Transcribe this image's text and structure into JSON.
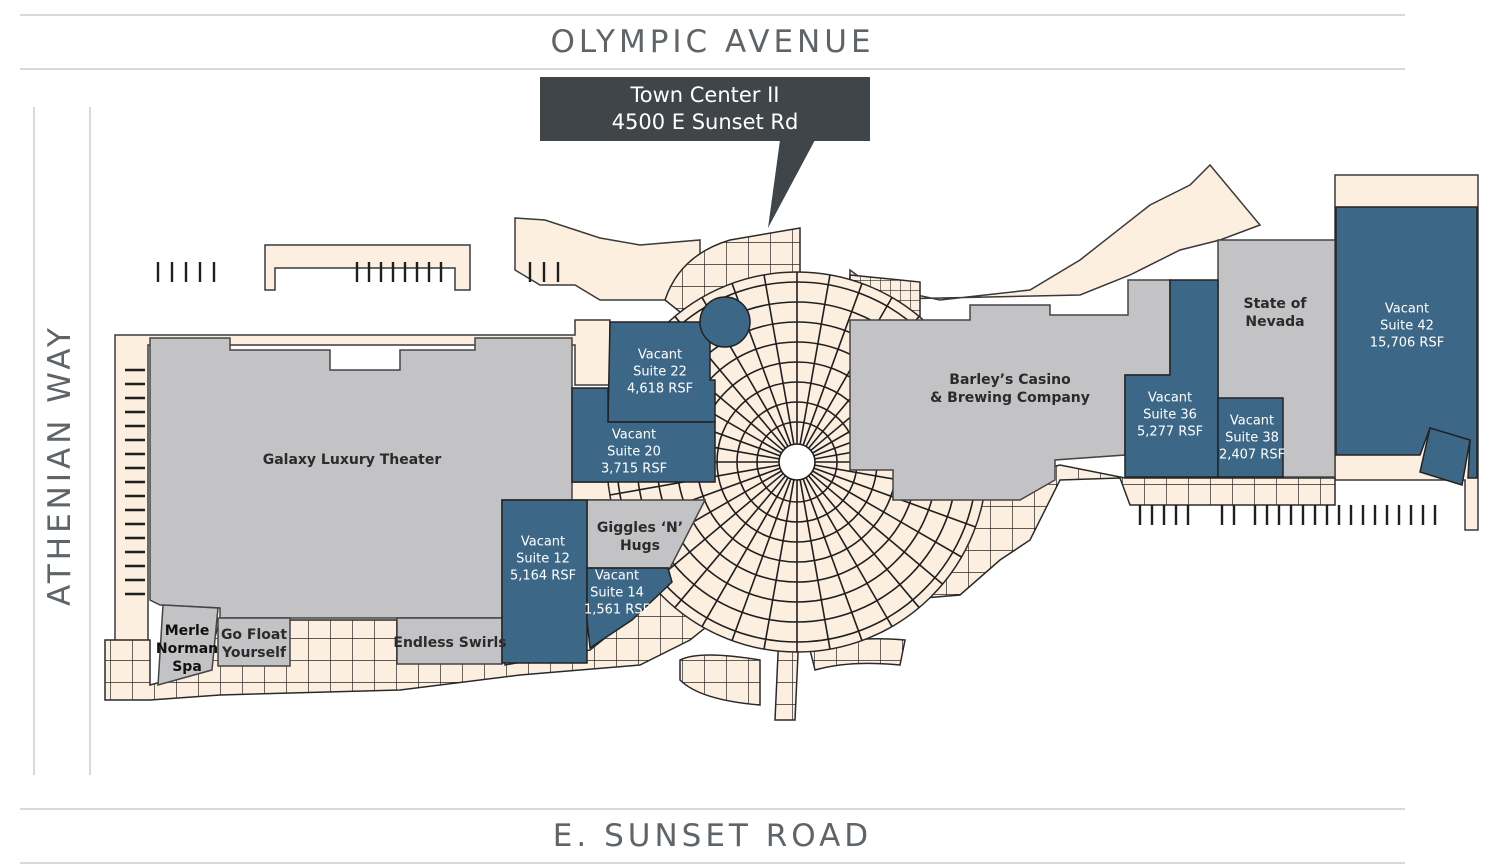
{
  "map": {
    "streets": {
      "north": "OLYMPIC AVENUE",
      "south": "E. SUNSET ROAD",
      "west": "ATHENIAN WAY"
    },
    "callout": {
      "line1": "Town Center II",
      "line2": "4500 E Sunset Rd"
    },
    "colors": {
      "vacant": "#3d6787",
      "occupied": "#c3c3c5",
      "walkway": "#fcefe0",
      "street_text": "#5e6468",
      "callout_bg": "#404549"
    },
    "tenants": [
      {
        "id": "galaxy",
        "lines": [
          "Galaxy Luxury Theater"
        ],
        "vacant": false
      },
      {
        "id": "barleys",
        "lines": [
          "Barley’s Casino",
          "& Brewing Company"
        ],
        "vacant": false
      },
      {
        "id": "nevada",
        "lines": [
          "State of",
          "Nevada"
        ],
        "vacant": false
      },
      {
        "id": "giggles",
        "lines": [
          "Giggles ‘N’",
          "Hugs"
        ],
        "vacant": false
      },
      {
        "id": "merle",
        "lines": [
          "Merle",
          "Norman",
          "Spa"
        ],
        "vacant": false
      },
      {
        "id": "gofloat",
        "lines": [
          "Go Float",
          "Yourself"
        ],
        "vacant": false
      },
      {
        "id": "endless",
        "lines": [
          "Endless Swirls"
        ],
        "vacant": false
      },
      {
        "id": "suite22",
        "lines": [
          "Vacant",
          "Suite 22",
          "4,618 RSF"
        ],
        "vacant": true
      },
      {
        "id": "suite20",
        "lines": [
          "Vacant",
          "Suite 20",
          "3,715 RSF"
        ],
        "vacant": true
      },
      {
        "id": "suite12",
        "lines": [
          "Vacant",
          "Suite 12",
          "5,164 RSF"
        ],
        "vacant": true
      },
      {
        "id": "suite14",
        "lines": [
          "Vacant",
          "Suite 14",
          "1,561 RSF"
        ],
        "vacant": true
      },
      {
        "id": "suite36",
        "lines": [
          "Vacant",
          "Suite 36",
          "5,277 RSF"
        ],
        "vacant": true
      },
      {
        "id": "suite38",
        "lines": [
          "Vacant",
          "Suite 38",
          "2,407 RSF"
        ],
        "vacant": true
      },
      {
        "id": "suite42",
        "lines": [
          "Vacant",
          "Suite 42",
          "15,706 RSF"
        ],
        "vacant": true
      }
    ]
  }
}
